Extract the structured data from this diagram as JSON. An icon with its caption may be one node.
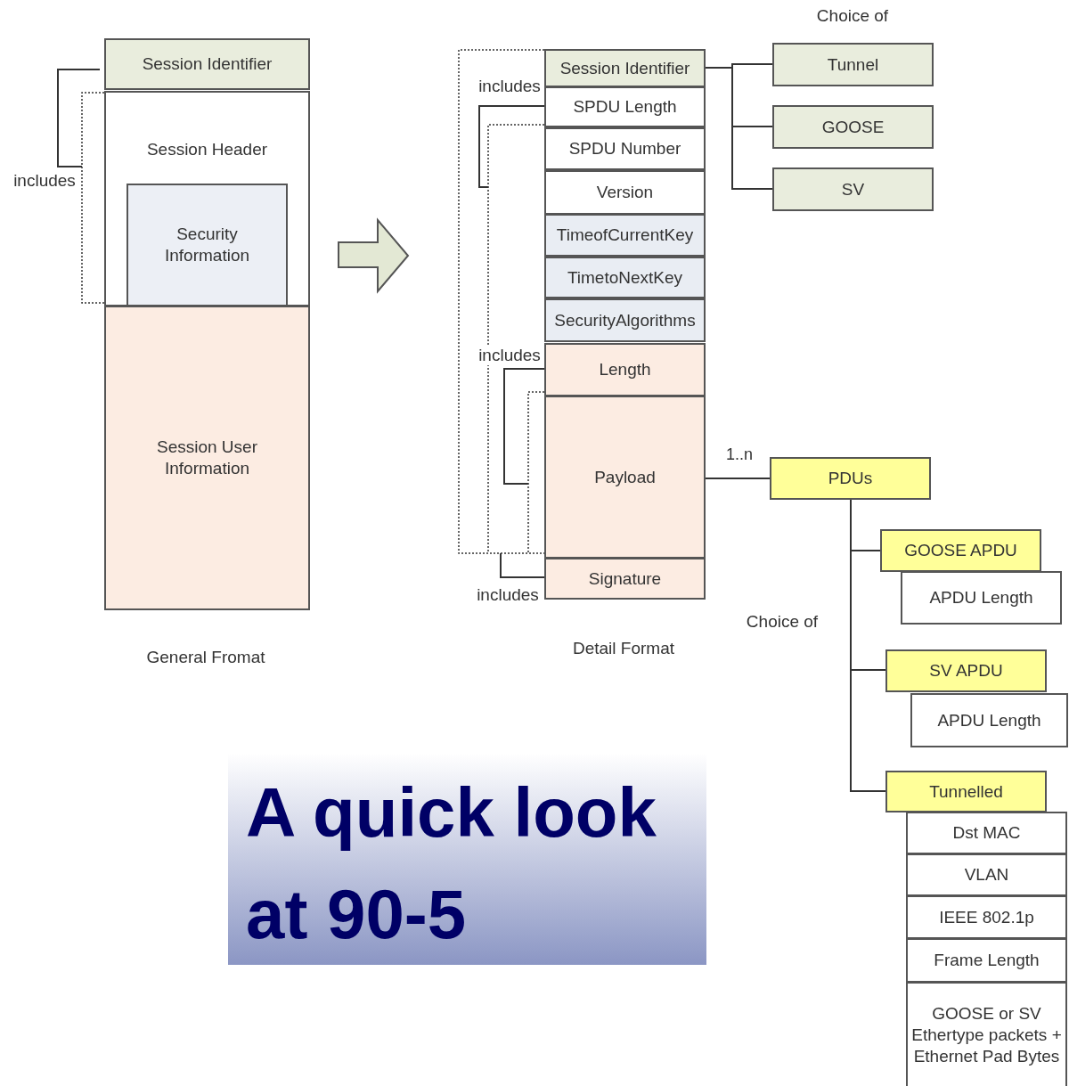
{
  "diagram": {
    "title": "A quick look at 90-5",
    "nodes": [
      {
        "text": [
          "Session Identifier"
        ]
      },
      {
        "text": [
          "Session Header"
        ]
      },
      {
        "text": [
          "Security Information"
        ],
        "in": 1
      },
      {
        "text": [
          "Session User Information"
        ]
      },
      {
        "text": [
          "Session Identifier"
        ]
      },
      {
        "text": [
          "SPDU Length"
        ]
      },
      {
        "text": [
          "SPDU Number"
        ]
      },
      {
        "text": [
          "Version"
        ]
      },
      {
        "text": [
          "TimeofCurrentKey"
        ]
      },
      {
        "text": [
          "TimetoNextKey"
        ]
      },
      {
        "text": [
          "SecurityAlgorithms"
        ]
      },
      {
        "text": [
          "Length"
        ]
      },
      {
        "text": [
          "Payload"
        ]
      },
      {
        "text": [
          "Signature"
        ]
      },
      {
        "text": [
          "Tunnel"
        ]
      },
      {
        "text": [
          "GOOSE"
        ]
      },
      {
        "text": [
          "SV"
        ]
      },
      {
        "text": [
          "PDUs"
        ]
      },
      {
        "text": [
          "GOOSE APDU"
        ]
      },
      {
        "text": [
          "APDU Length"
        ]
      },
      {
        "text": [
          "SV APDU"
        ]
      },
      {
        "text": [
          "APDU Length"
        ]
      },
      {
        "text": [
          "Tunnelled"
        ]
      },
      {
        "text": [
          "Dst MAC"
        ]
      },
      {
        "text": [
          "VLAN"
        ]
      },
      {
        "text": [
          "IEEE 802.1p"
        ]
      },
      {
        "text": [
          "Frame Length"
        ]
      },
      {
        "text": [
          "GOOSE or SV Ethertype packets + Ethernet Pad Bytes"
        ]
      }
    ],
    "edges": [
      {
        "from": 4,
        "to": 14,
        "arrow": "none"
      },
      {
        "from": 4,
        "to": 15,
        "arrow": "none"
      },
      {
        "from": 4,
        "to": 16,
        "arrow": "none"
      },
      {
        "from": 12,
        "to": 17,
        "arrow": "none",
        "label": "1..n"
      },
      {
        "from": 17,
        "to": 18,
        "arrow": "none"
      },
      {
        "from": 17,
        "to": 20,
        "arrow": "none"
      },
      {
        "from": 17,
        "to": 22,
        "arrow": "none"
      }
    ],
    "labels": [
      "Choice of",
      "includes",
      "includes",
      "includes",
      "includes",
      "Choice of",
      "Detail Format",
      "General Fromat"
    ]
  }
}
